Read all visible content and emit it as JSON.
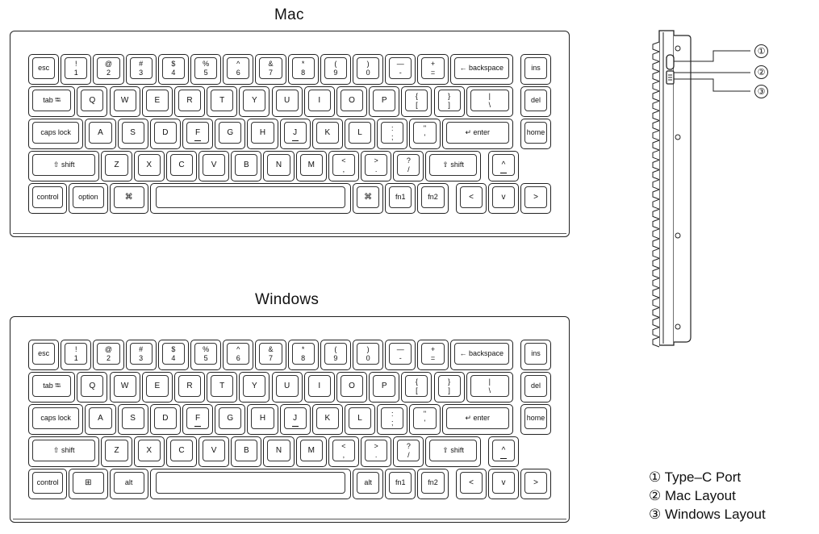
{
  "layouts": [
    {
      "title": "Mac",
      "rows": [
        [
          [
            "esc"
          ],
          [
            "!",
            "1"
          ],
          [
            "@",
            "2"
          ],
          [
            "#",
            "3"
          ],
          [
            "$",
            "4"
          ],
          [
            "%",
            "5"
          ],
          [
            "^",
            "6"
          ],
          [
            "&",
            "7"
          ],
          [
            "*",
            "8"
          ],
          [
            "(",
            "9"
          ],
          [
            ")",
            "0"
          ],
          [
            "—",
            "-"
          ],
          [
            "+",
            "="
          ],
          [
            "← backspace"
          ]
        ],
        [
          [
            "tab ⭾"
          ],
          [
            "Q"
          ],
          [
            "W"
          ],
          [
            "E"
          ],
          [
            "R"
          ],
          [
            "T"
          ],
          [
            "Y"
          ],
          [
            "U"
          ],
          [
            "I"
          ],
          [
            "O"
          ],
          [
            "P"
          ],
          [
            "{",
            "["
          ],
          [
            "}",
            "]"
          ],
          [
            "|",
            "\\"
          ]
        ],
        [
          [
            "caps lock"
          ],
          [
            "A"
          ],
          [
            "S"
          ],
          [
            "D"
          ],
          [
            "F"
          ],
          [
            "G"
          ],
          [
            "H"
          ],
          [
            "J"
          ],
          [
            "K"
          ],
          [
            "L"
          ],
          [
            ":",
            ";"
          ],
          [
            "\"",
            "'"
          ],
          [
            "↵ enter"
          ]
        ],
        [
          [
            "⇧ shift"
          ],
          [
            "Z"
          ],
          [
            "X"
          ],
          [
            "C"
          ],
          [
            "V"
          ],
          [
            "B"
          ],
          [
            "N"
          ],
          [
            "M"
          ],
          [
            "<",
            ","
          ],
          [
            ">",
            "."
          ],
          [
            "?",
            "/"
          ],
          [
            "⇧ shift"
          ]
        ],
        [
          [
            "control"
          ],
          [
            "option"
          ],
          [
            "⌘"
          ],
          [
            ""
          ],
          [
            "⌘"
          ],
          [
            "fn1"
          ],
          [
            "fn2"
          ]
        ]
      ],
      "right_column": [
        "ins",
        "del",
        "home"
      ],
      "arrows": {
        "up": "^",
        "left": "<",
        "down": "v",
        "right": ">"
      }
    },
    {
      "title": "Windows",
      "rows": [
        [
          [
            "esc"
          ],
          [
            "!",
            "1"
          ],
          [
            "@",
            "2"
          ],
          [
            "#",
            "3"
          ],
          [
            "$",
            "4"
          ],
          [
            "%",
            "5"
          ],
          [
            "^",
            "6"
          ],
          [
            "&",
            "7"
          ],
          [
            "*",
            "8"
          ],
          [
            "(",
            "9"
          ],
          [
            ")",
            "0"
          ],
          [
            "—",
            "-"
          ],
          [
            "+",
            "="
          ],
          [
            "← backspace"
          ]
        ],
        [
          [
            "tab ⭾"
          ],
          [
            "Q"
          ],
          [
            "W"
          ],
          [
            "E"
          ],
          [
            "R"
          ],
          [
            "T"
          ],
          [
            "Y"
          ],
          [
            "U"
          ],
          [
            "I"
          ],
          [
            "O"
          ],
          [
            "P"
          ],
          [
            "{",
            "["
          ],
          [
            "}",
            "]"
          ],
          [
            "|",
            "\\"
          ]
        ],
        [
          [
            "caps lock"
          ],
          [
            "A"
          ],
          [
            "S"
          ],
          [
            "D"
          ],
          [
            "F"
          ],
          [
            "G"
          ],
          [
            "H"
          ],
          [
            "J"
          ],
          [
            "K"
          ],
          [
            "L"
          ],
          [
            ":",
            ";"
          ],
          [
            "\"",
            "'"
          ],
          [
            "↵ enter"
          ]
        ],
        [
          [
            "⇧ shift"
          ],
          [
            "Z"
          ],
          [
            "X"
          ],
          [
            "C"
          ],
          [
            "V"
          ],
          [
            "B"
          ],
          [
            "N"
          ],
          [
            "M"
          ],
          [
            "<",
            ","
          ],
          [
            ">",
            "."
          ],
          [
            "?",
            "/"
          ],
          [
            "⇧ shift"
          ]
        ],
        [
          [
            "control"
          ],
          [
            "⊞"
          ],
          [
            "alt"
          ],
          [
            ""
          ],
          [
            "alt"
          ],
          [
            "fn1"
          ],
          [
            "fn2"
          ]
        ]
      ],
      "right_column": [
        "ins",
        "del",
        "home"
      ],
      "arrows": {
        "up": "^",
        "left": "<",
        "down": "v",
        "right": ">"
      }
    }
  ],
  "callout_numbers": [
    "①",
    "②",
    "③"
  ],
  "legend": [
    "① Type–C Port",
    "② Mac Layout",
    "③ Windows Layout"
  ],
  "icons": {
    "windows_key": "windows-logo-icon",
    "command_key": "command-icon"
  }
}
